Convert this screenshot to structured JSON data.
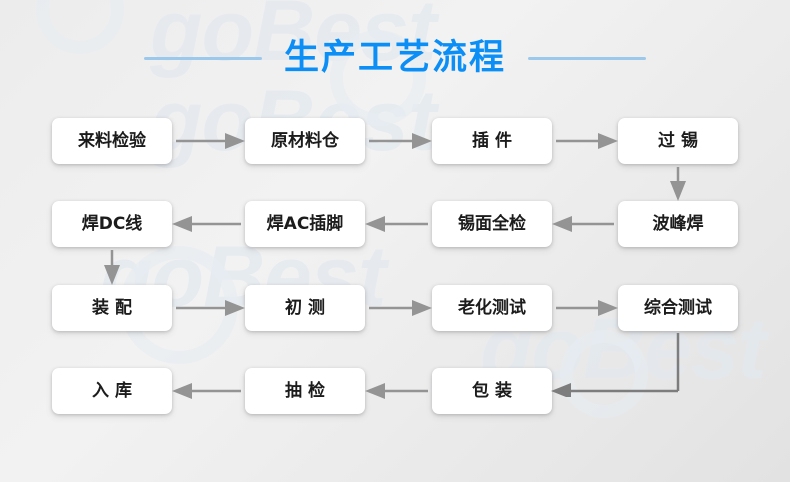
{
  "header": {
    "title": "生产工艺流程",
    "rule_color": "#9cc8ec",
    "title_color": "#0b8ef5"
  },
  "watermark": {
    "text": "goBest"
  },
  "theme": {
    "background_start": "#ececec",
    "background_end": "#e2e2e2",
    "node_background": "#ffffff",
    "node_text": "#1c1c1c",
    "arrow_color": "#949494",
    "connector_color": "#7d7d7d"
  },
  "flow": {
    "nodes": [
      {
        "id": "n1",
        "label": "来料检验",
        "spaced": false,
        "row": 1,
        "col": 1
      },
      {
        "id": "n2",
        "label": "原材料仓",
        "spaced": false,
        "row": 1,
        "col": 2
      },
      {
        "id": "n3",
        "label": "插件",
        "spaced": true,
        "row": 1,
        "col": 3
      },
      {
        "id": "n4",
        "label": "过锡",
        "spaced": true,
        "row": 1,
        "col": 4
      },
      {
        "id": "n5",
        "label": "焊DC线",
        "spaced": false,
        "row": 2,
        "col": 1
      },
      {
        "id": "n6",
        "label": "焊AC插脚",
        "spaced": false,
        "row": 2,
        "col": 2
      },
      {
        "id": "n7",
        "label": "锡面全检",
        "spaced": false,
        "row": 2,
        "col": 3
      },
      {
        "id": "n8",
        "label": "波峰焊",
        "spaced": false,
        "row": 2,
        "col": 4
      },
      {
        "id": "n9",
        "label": "装配",
        "spaced": true,
        "row": 3,
        "col": 1
      },
      {
        "id": "n10",
        "label": "初测",
        "spaced": true,
        "row": 3,
        "col": 2
      },
      {
        "id": "n11",
        "label": "老化测试",
        "spaced": false,
        "row": 3,
        "col": 3
      },
      {
        "id": "n12",
        "label": "综合测试",
        "spaced": false,
        "row": 3,
        "col": 4
      },
      {
        "id": "n13",
        "label": "入库",
        "spaced": true,
        "row": 4,
        "col": 1
      },
      {
        "id": "n14",
        "label": "抽检",
        "spaced": true,
        "row": 4,
        "col": 2
      },
      {
        "id": "n15",
        "label": "包装",
        "spaced": true,
        "row": 4,
        "col": 3
      }
    ],
    "connectors": [
      {
        "from": "n1",
        "to": "n2",
        "direction": "right"
      },
      {
        "from": "n2",
        "to": "n3",
        "direction": "right"
      },
      {
        "from": "n3",
        "to": "n4",
        "direction": "right"
      },
      {
        "from": "n4",
        "to": "n8",
        "direction": "down"
      },
      {
        "from": "n8",
        "to": "n7",
        "direction": "left"
      },
      {
        "from": "n7",
        "to": "n6",
        "direction": "left"
      },
      {
        "from": "n6",
        "to": "n5",
        "direction": "left"
      },
      {
        "from": "n5",
        "to": "n9",
        "direction": "down"
      },
      {
        "from": "n9",
        "to": "n10",
        "direction": "right"
      },
      {
        "from": "n10",
        "to": "n11",
        "direction": "right"
      },
      {
        "from": "n11",
        "to": "n12",
        "direction": "right"
      },
      {
        "from": "n12",
        "to": "n15",
        "direction": "elbow-down-left"
      },
      {
        "from": "n15",
        "to": "n14",
        "direction": "left"
      },
      {
        "from": "n14",
        "to": "n13",
        "direction": "left"
      }
    ]
  }
}
